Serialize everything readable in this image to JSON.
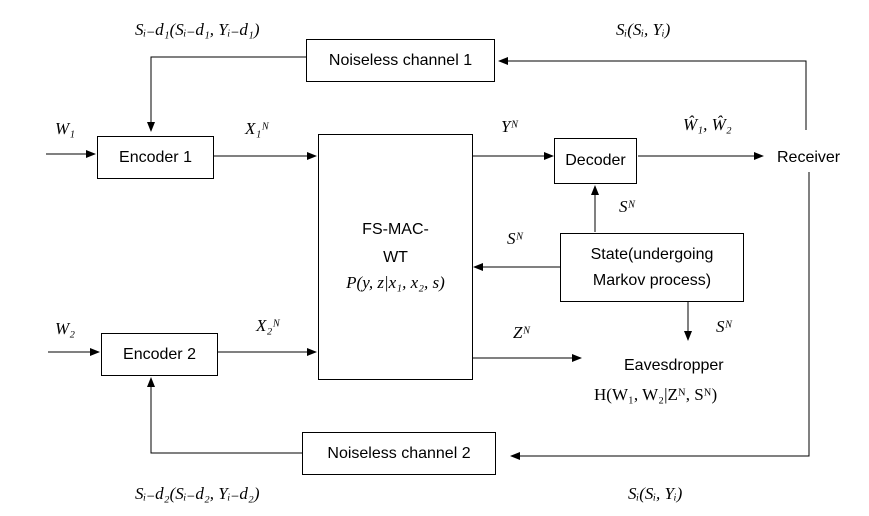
{
  "blocks": {
    "noiseless_channel_1": "Noiseless channel 1",
    "noiseless_channel_2": "Noiseless channel 2",
    "encoder_1": "Encoder 1",
    "encoder_2": "Encoder 2",
    "channel_line1": "FS-MAC-",
    "channel_line2": "WT",
    "channel_formula": "P(y, z|x₁, x₂, s)",
    "decoder": "Decoder",
    "state_line1": "State(undergoing",
    "state_line2": "Markov process)",
    "receiver": "Receiver",
    "eavesdropper": "Eavesdropper",
    "eavesdropper_formula": "H(W₁, W₂|Zᴺ, Sᴺ)"
  },
  "signals": {
    "feedback_1_top": "Sᵢ(Sᵢ, Yᵢ)",
    "feedback_1_delayed": "Sᵢ₋d₁(Sᵢ₋d₁, Yᵢ₋d₁)",
    "feedback_2_bottom": "Sᵢ(Sᵢ, Yᵢ)",
    "feedback_2_delayed": "Sᵢ₋d₂(Sᵢ₋d₂, Yᵢ₋d₂)",
    "w1": "W₁",
    "w2": "W₂",
    "x1": "X₁ᴺ",
    "x2": "X₂ᴺ",
    "y": "Yᴺ",
    "z": "Zᴺ",
    "w_hat": "Ŵ₁, Ŵ₂",
    "s_to_decoder": "Sᴺ",
    "s_to_channel": "Sᴺ",
    "s_to_eavesdropper": "Sᴺ"
  }
}
